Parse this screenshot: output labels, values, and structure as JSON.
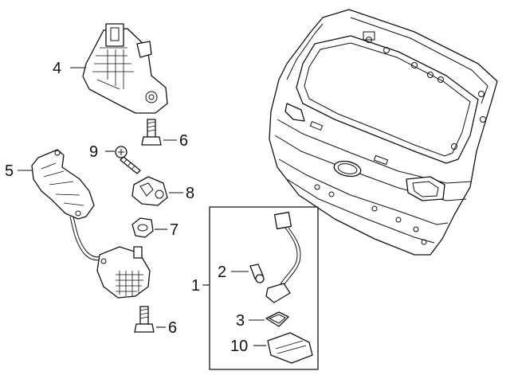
{
  "diagram": {
    "callouts": {
      "c1": "1",
      "c2": "2",
      "c3": "3",
      "c4": "4",
      "c5": "5",
      "c6a": "6",
      "c6b": "6",
      "c7": "7",
      "c8": "8",
      "c9": "9",
      "c10": "10"
    },
    "colors": {
      "line": "#111111",
      "background": "#ffffff"
    }
  }
}
